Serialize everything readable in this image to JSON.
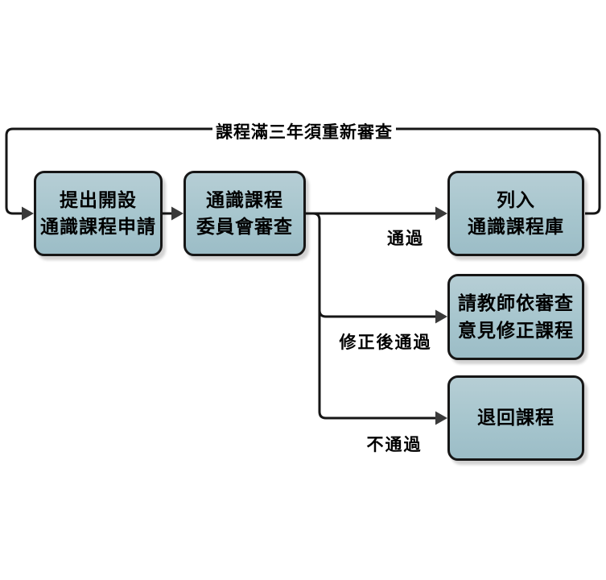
{
  "diagram": {
    "loop_label": "課程滿三年須重新審查",
    "nodes": [
      {
        "id": "apply",
        "text": "提出開設\n通識課程申請"
      },
      {
        "id": "review",
        "text": "通識課程\n委員會審查"
      },
      {
        "id": "listed",
        "text": "列入\n通識課程庫"
      },
      {
        "id": "revise",
        "text": "請教師依審查\n意見修正課程"
      },
      {
        "id": "return",
        "text": "退回課程"
      }
    ],
    "edge_labels": {
      "pass": "通過",
      "pass_after_revision": "修正後通過",
      "fail": "不通過"
    },
    "colors": {
      "node_fill": "#a6c5cd",
      "node_border": "#161616",
      "line": "#161616",
      "arrowhead": "#3a3a3a",
      "background": "#ffffff"
    }
  }
}
